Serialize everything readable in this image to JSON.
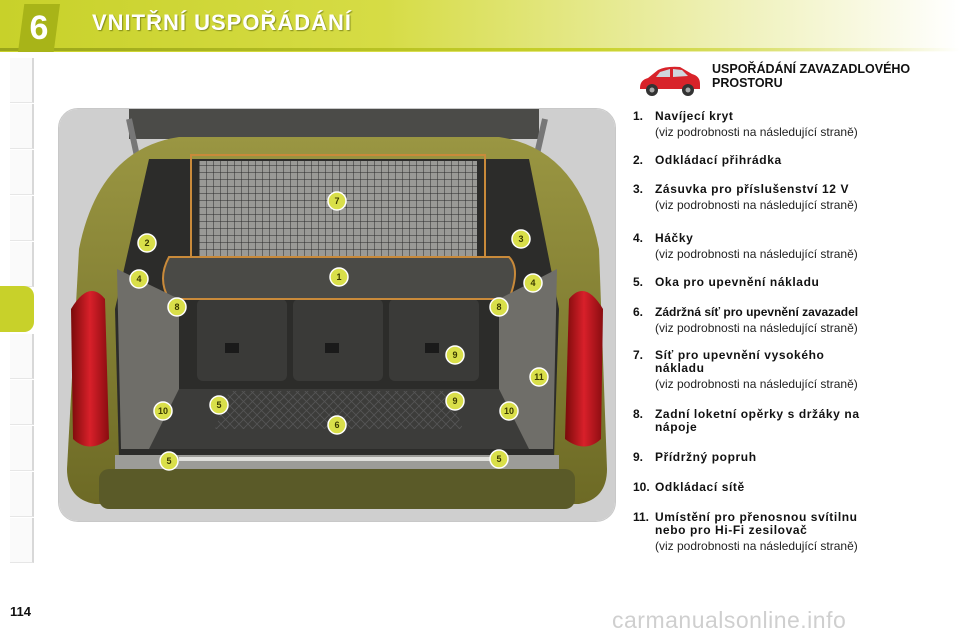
{
  "header": {
    "chapter_number": "6",
    "title": "VNITŘNÍ USPOŘÁDÁNÍ",
    "accent_color": "#c8d12a"
  },
  "section": {
    "title": "USPOŘÁDÁNÍ ZAVAZADLOVÉHO PROSTORU",
    "icon": "car-icon"
  },
  "photo": {
    "callouts": [
      "1",
      "2",
      "3",
      "4",
      "4",
      "5",
      "5",
      "6",
      "7",
      "8",
      "8",
      "9",
      "9",
      "10",
      "10",
      "11"
    ]
  },
  "items": [
    {
      "number": "1.",
      "label": "Navíjecí kryt",
      "sub": "(viz podrobnosti na následující straně)"
    },
    {
      "number": "2.",
      "label": "Odkládací přihrádka"
    },
    {
      "number": "3.",
      "label": "Zásuvka pro příslušenství 12 V",
      "sub": "(viz podrobnosti na následující straně)"
    },
    {
      "number": "4.",
      "label": "Háčky",
      "sub": "(viz podrobnosti na následující straně)"
    },
    {
      "number": "5.",
      "label": "Oka pro upevnění nákladu"
    },
    {
      "number": "6.",
      "label": "Zádržná síť pro upevnění zavazadel",
      "sub": "(viz podrobnosti na následující straně)"
    },
    {
      "number": "7.",
      "label": "Síť pro upevnění vysokého",
      "label2": "nákladu",
      "sub": "(viz podrobnosti na následující straně)"
    },
    {
      "number": "8.",
      "label": "Zadní loketní opěrky s držáky na",
      "label2": "nápoje"
    },
    {
      "number": "9.",
      "label": "Přídržný popruh"
    },
    {
      "number": "10.",
      "label": "Odkládací sítě"
    },
    {
      "number": "11.",
      "label": "Umístění pro přenosnou svítilnu",
      "label2": "nebo pro Hi-Fi zesilovač",
      "sub": "(viz podrobnosti na následující straně)"
    }
  ],
  "footer": {
    "page_number": "114",
    "watermark": "carmanualsonline.info"
  }
}
